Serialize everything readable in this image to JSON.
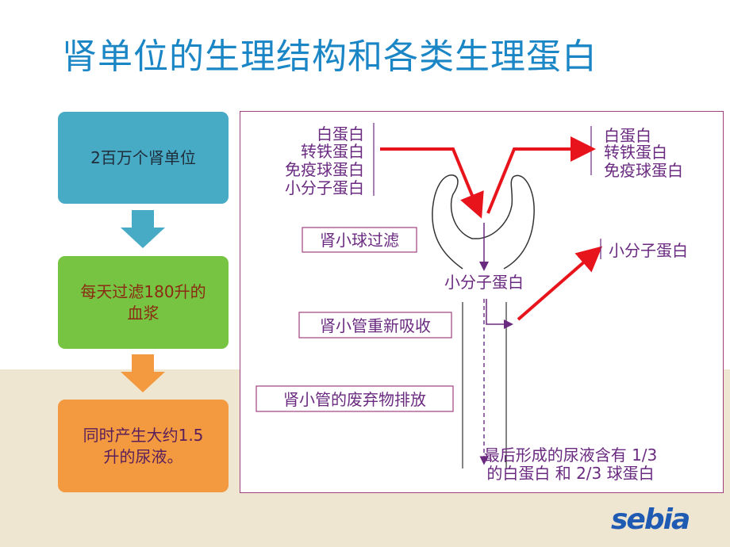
{
  "title": "肾单位的生理结构和各类生理蛋白",
  "steps": [
    {
      "lines": [
        "2百万个肾单位"
      ],
      "color": "#48abc6"
    },
    {
      "lines": [
        "每天过滤180升的",
        "血浆"
      ],
      "color": "#76c442"
    },
    {
      "lines": [
        "同时产生大约1.5",
        "升的尿液。"
      ],
      "color": "#f39a40"
    }
  ],
  "step_arrow_colors": [
    "#48abc6",
    "#f39a40"
  ],
  "diagram": {
    "input_proteins": [
      "白蛋白",
      "转铁蛋白",
      "免疫球蛋白",
      "小分子蛋白"
    ],
    "output_proteins": [
      "白蛋白",
      "转铁蛋白",
      "免疫球蛋白"
    ],
    "reabsorbed_protein": "小分子蛋白",
    "glomerulus_label": "肾小球过滤",
    "filtrate_label": "小分子蛋白",
    "tubule_reabsorb_label": "肾小管重新吸收",
    "tubule_excrete_label": "肾小管的废弃物排放",
    "final_note_lines": [
      "最后形成的尿液含有  1/3",
      "的白蛋白  和  2/3 球蛋白"
    ],
    "arrow_color": "#e8141b",
    "line_color": "#6a2a80"
  },
  "logo": "sebia"
}
